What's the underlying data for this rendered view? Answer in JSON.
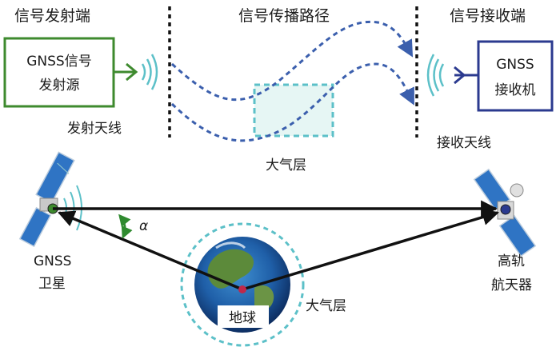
{
  "sections": {
    "transmitter": "信号发射端",
    "path": "信号传播路径",
    "receiver": "信号接收端"
  },
  "top": {
    "tx_box_line1": "GNSS信号",
    "tx_box_line2": "发射源",
    "tx_antenna": "发射天线",
    "rx_box_line1": "GNSS",
    "rx_box_line2": "接收机",
    "rx_antenna": "接收天线",
    "atmosphere": "大气层"
  },
  "bottom": {
    "gnss_line1": "GNSS",
    "gnss_line2": "卫星",
    "alpha": "α",
    "hsv_line1": "高轨",
    "hsv_line2": "航天器",
    "earth": "地球",
    "atmosphere": "大气层"
  },
  "colors": {
    "tx_green": "#3e8a2e",
    "rx_blue": "#2b3a8f",
    "signal_blue": "#3b5fad",
    "atmo_cyan": "#5cc0c8",
    "panel_blue": "#2f74c4"
  }
}
